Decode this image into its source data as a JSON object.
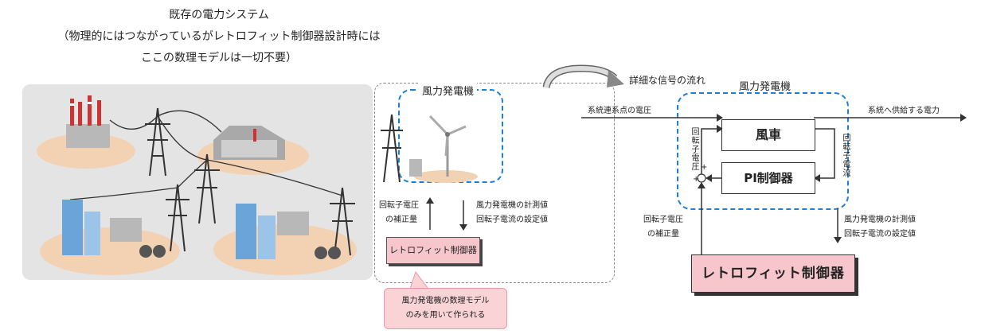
{
  "left_title": {
    "line1": "既存の電力システム",
    "line2": "（物理的にはつながっているがレトロフィット制御器設計時には",
    "line3": "ここの数理モデルは一切不要）"
  },
  "wind_generator_label": "風力発電機",
  "left_arrows": {
    "up_line1": "回転子電圧",
    "up_line2": "の補正量",
    "down_line1": "風力発電機の計測値",
    "down_line2": "回転子電流の設定値"
  },
  "retrofit_small": "レトロフィット制御器",
  "callout": {
    "line1": "風力発電機の数理モデル",
    "line2": "のみを用いて作られる"
  },
  "signal_flow_label": "詳細な信号の流れ",
  "detail": {
    "title": "風力発電機",
    "input_label": "系統連系点の電圧",
    "output_label": "系統へ供給する電力",
    "windmill": "風車",
    "pi_controller": "PI制御器",
    "rotor_voltage_vert": "回転子電圧",
    "rotor_current_vert": "回転子電流",
    "plus1": "+",
    "plus2": "+",
    "left_bottom_line1": "回転子電圧",
    "left_bottom_line2": "の補正量",
    "right_bottom_line1": "風力発電機の計測値",
    "right_bottom_line2": "回転子電流の設定値",
    "retrofit": "レトロフィット制御器"
  },
  "colors": {
    "accent_blue": "#1f7fd0",
    "pink_box": "#f6c6cc",
    "panel_gray": "#e4e4e4"
  }
}
